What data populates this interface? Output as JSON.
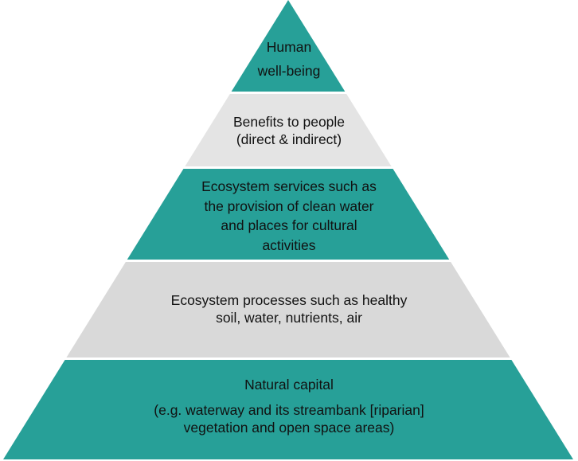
{
  "colors": {
    "teal": "#27a098",
    "gray_light": "#e4e4e4",
    "gray": "#d9d9d9"
  },
  "tiers": [
    {
      "name": "human-well-being",
      "lines": [
        "Human",
        "well-being"
      ],
      "color": "teal"
    },
    {
      "name": "benefits-to-people",
      "lines": [
        "Benefits to people",
        "(direct & indirect)"
      ],
      "color": "gray_light"
    },
    {
      "name": "ecosystem-services",
      "lines": [
        "Ecosystem services  such as",
        "the provision of clean water",
        "and places for cultural",
        "activities"
      ],
      "color": "teal"
    },
    {
      "name": "ecosystem-processes",
      "lines": [
        "Ecosystem processes such as healthy",
        "soil, water, nutrients, air"
      ],
      "color": "gray"
    },
    {
      "name": "natural-capital",
      "lines": [
        "Natural capital",
        "(e.g. waterway and its streambank [riparian]",
        "vegetation and open space areas)"
      ],
      "color": "teal"
    }
  ]
}
